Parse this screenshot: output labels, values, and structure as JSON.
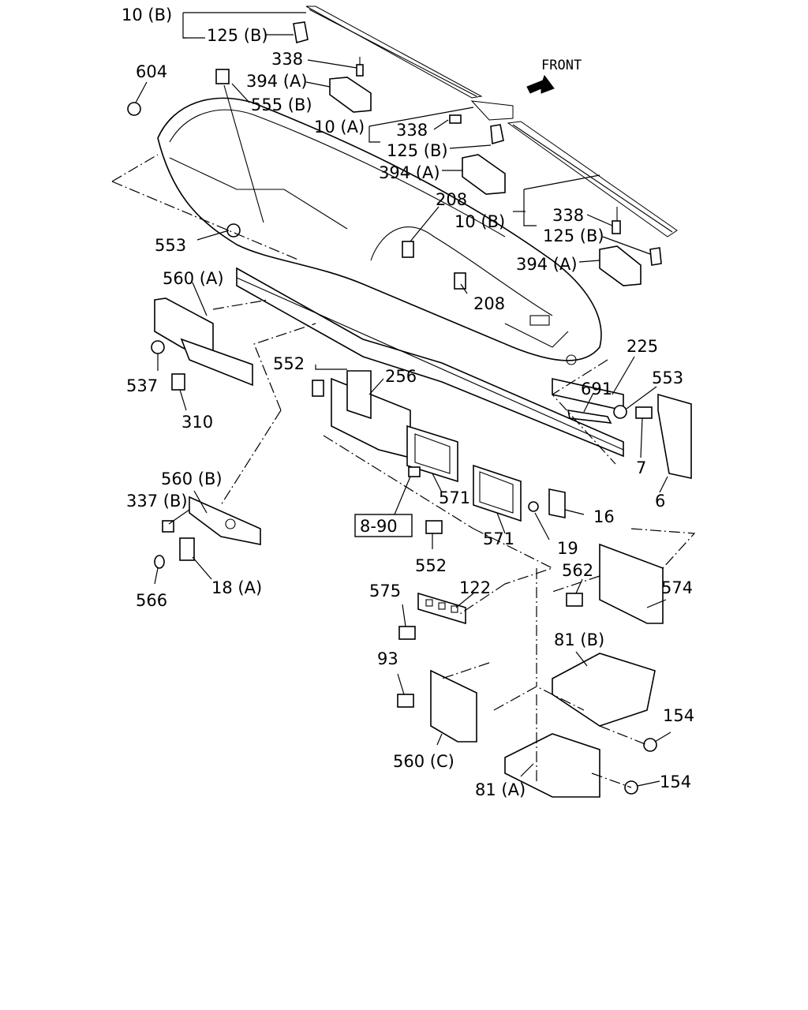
{
  "direction_label": "FRONT",
  "reference_box": "8-90",
  "callouts": {
    "c10b_top": "10 (B)",
    "c125b_top": "125 (B)",
    "c338_top": "338",
    "c394a_top": "394 (A)",
    "c604": "604",
    "c555b": "555 (B)",
    "c10a": "10 (A)",
    "c338_mid": "338",
    "c125b_mid": "125 (B)",
    "c394a_mid": "394 (A)",
    "c208_a": "208",
    "c10b_right": "10 (B)",
    "c338_right": "338",
    "c125b_right": "125 (B)",
    "c394a_right": "394 (A)",
    "c208_b": "208",
    "c553_left": "553",
    "c560a": "560 (A)",
    "c537": "537",
    "c310": "310",
    "c552_top": "552",
    "c256": "256",
    "c225": "225",
    "c691": "691",
    "c553_right": "553",
    "c7": "7",
    "c6": "6",
    "c571_a": "571",
    "c571_b": "571",
    "c16": "16",
    "c19": "19",
    "c552_bot": "552",
    "c560b": "560 (B)",
    "c337b": "337 (B)",
    "c566": "566",
    "c18a": "18 (A)",
    "c575": "575",
    "c122": "122",
    "c562": "562",
    "c574": "574",
    "c93": "93",
    "c81b": "81 (B)",
    "c154_a": "154",
    "c154_b": "154",
    "c560c": "560 (C)",
    "c81a": "81 (A)"
  }
}
